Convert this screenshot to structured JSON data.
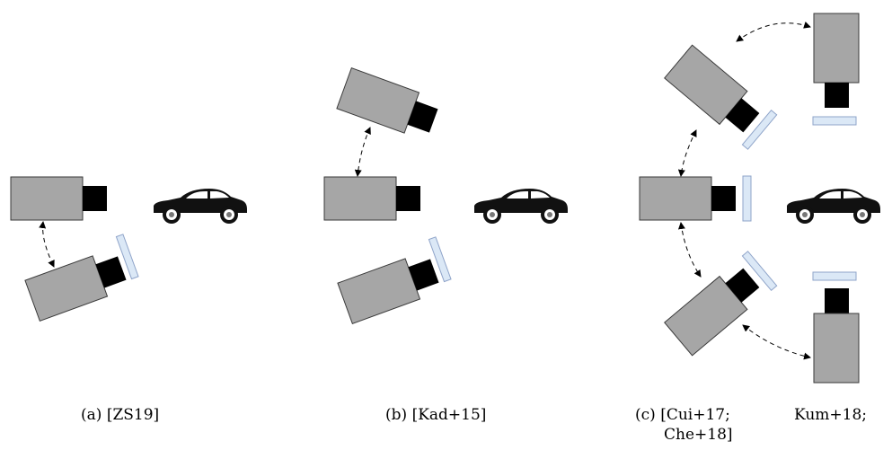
{
  "panels": [
    {
      "label": "(a)",
      "citation": "[ZS19]"
    },
    {
      "label": "(b)",
      "citation": "[Kad+15]"
    },
    {
      "label": "(c)",
      "citation_line1": "[Cui+17;",
      "citation_mid": "Kum+18;",
      "citation_line2": "Che+18]"
    }
  ],
  "icons": {
    "camera": "camera-icon",
    "car": "car-icon",
    "filter": "filter-plate-icon"
  },
  "colors": {
    "camera_body": "#a6a6a6",
    "camera_lens": "#000000",
    "filter": "#dbe8f6",
    "car": "#111111"
  }
}
